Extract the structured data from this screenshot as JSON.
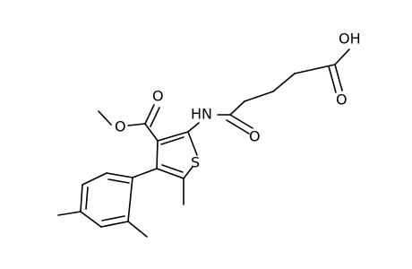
{
  "molecule": {
    "atoms": {
      "hydroxyl": "OH",
      "acid_oxygen": "O",
      "amide_nh": "HN",
      "amide_oxygen": "O",
      "thiophene_sulfur": "S",
      "ester_carbonyl_oxygen": "O",
      "ester_methoxy_oxygen": "O"
    }
  }
}
